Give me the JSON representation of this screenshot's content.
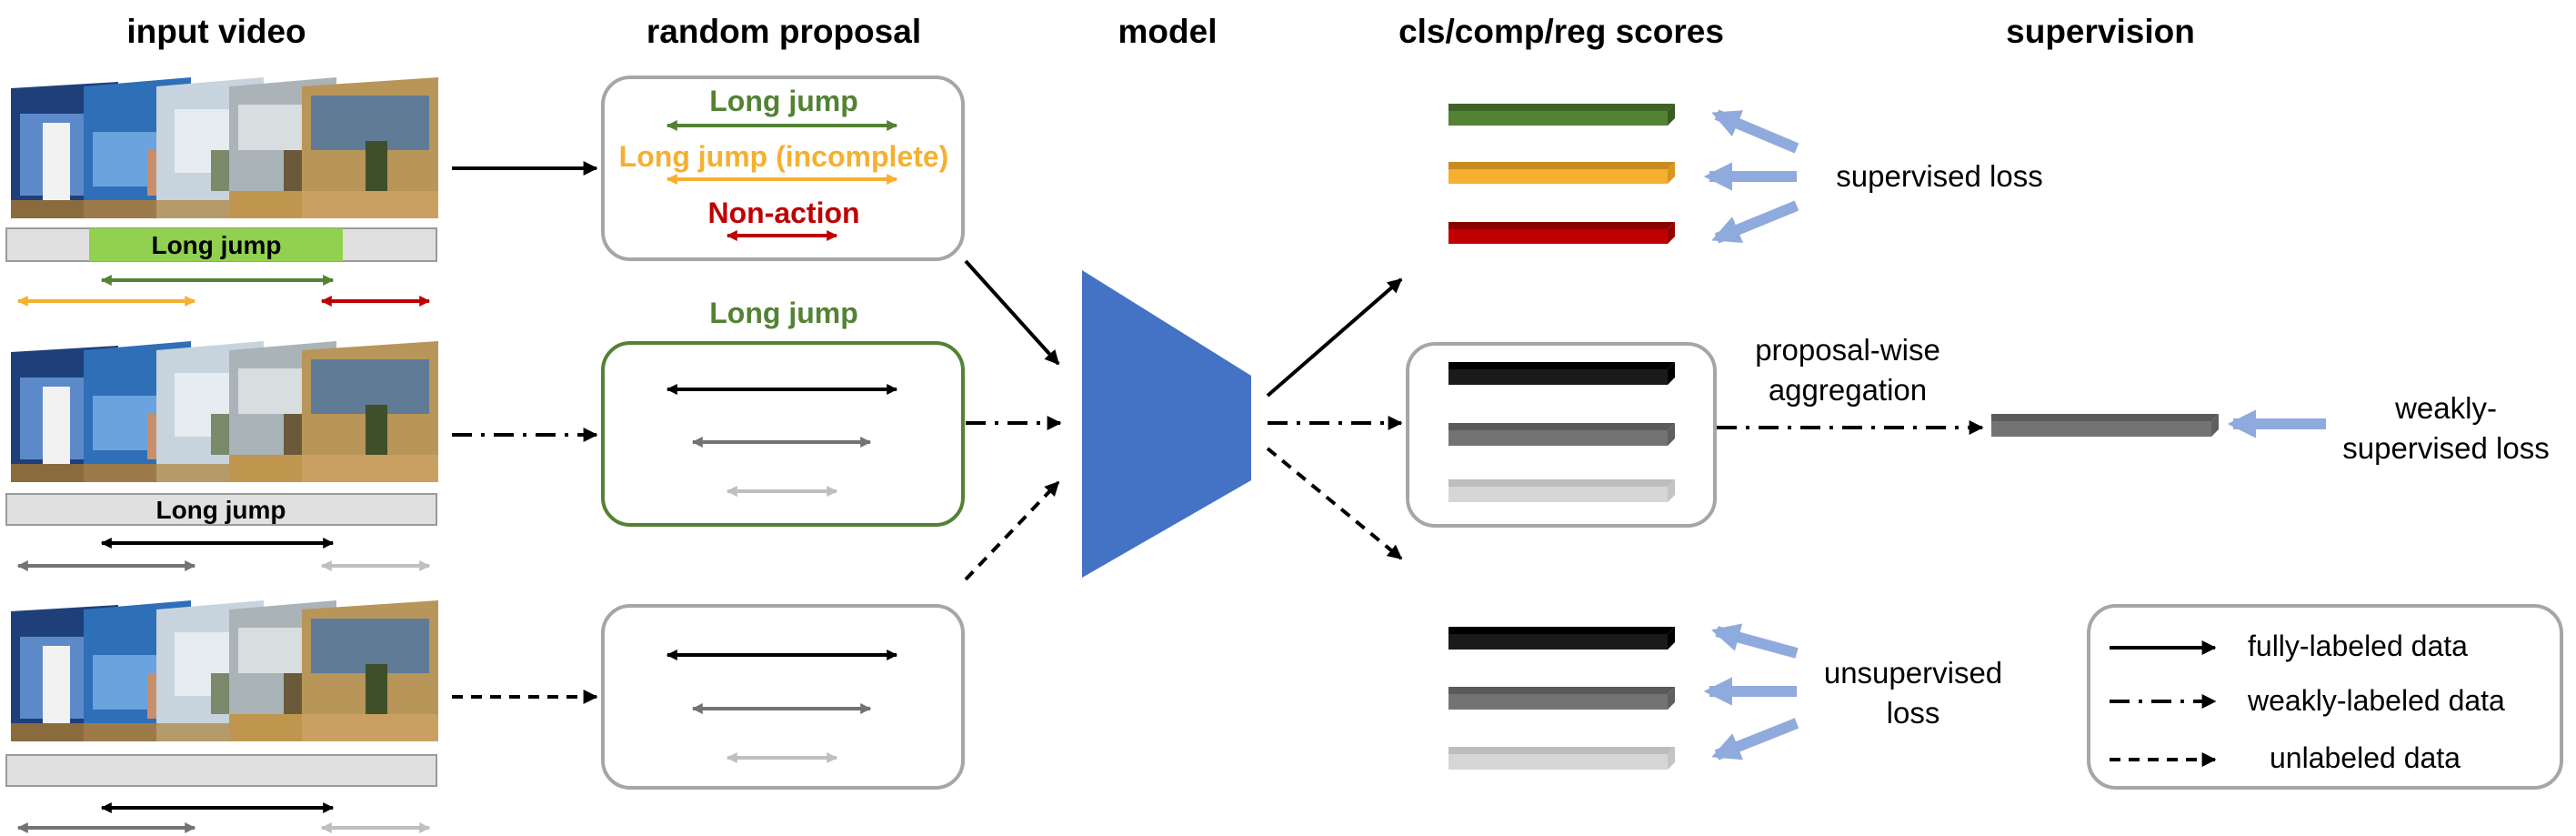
{
  "headers": {
    "input_video": "input video",
    "random_proposal": "random proposal",
    "model": "model",
    "scores": "cls/comp/reg scores",
    "supervision": "supervision"
  },
  "input_rows": [
    {
      "bar_label": "Long jump",
      "label_highlighted": true,
      "bar_color": "#92d050"
    },
    {
      "bar_label": "Long jump",
      "label_highlighted": false
    },
    {
      "bar_label": "",
      "label_highlighted": false
    }
  ],
  "proposals": {
    "full": {
      "items": [
        {
          "label": "Long jump",
          "color": "#548235"
        },
        {
          "label": "Long jump (incomplete)",
          "color": "#f5b031"
        },
        {
          "label": "Non-action",
          "color": "#c00000"
        }
      ]
    },
    "weak": {
      "title": "Long jump",
      "title_color": "#548235",
      "border_color": "#548235"
    },
    "unlabeled": {}
  },
  "score_colors": {
    "full": [
      "#548235",
      "#f5b031",
      "#c00000"
    ],
    "weak": [
      "#1a1a1a",
      "#737373",
      "#d6d6d6"
    ],
    "unlabeled": [
      "#1a1a1a",
      "#737373",
      "#d6d6d6"
    ]
  },
  "supervision": {
    "supervised_loss": "supervised loss",
    "aggregation": [
      "proposal-wise",
      "aggregation"
    ],
    "weakly_supervised_loss": [
      "weakly-",
      "supervised loss"
    ],
    "unsupervised_loss": [
      "unsupervised",
      "loss"
    ]
  },
  "legend": [
    {
      "label": "fully-labeled data",
      "style": "solid"
    },
    {
      "label": "weakly-labeled data",
      "style": "dashdot"
    },
    {
      "label": "unlabeled data",
      "style": "dashed"
    }
  ],
  "colors": {
    "model": "#4472c4",
    "supervision_arrow": "#8faadc",
    "box_border": "#a6a6a6",
    "timeline_bar": "#e0e0e0"
  }
}
